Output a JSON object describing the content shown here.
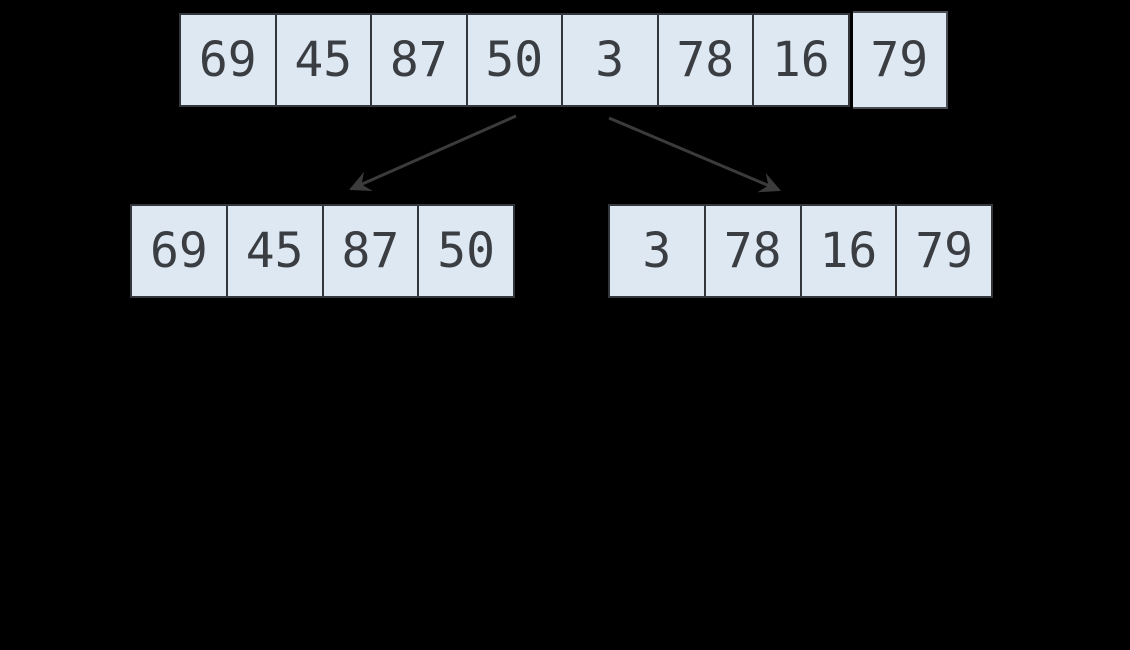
{
  "arrays": {
    "top": {
      "values": [
        "69",
        "45",
        "87",
        "50",
        "3",
        "78",
        "16",
        "79"
      ]
    },
    "bottom_left": {
      "values": [
        "69",
        "45",
        "87",
        "50"
      ]
    },
    "bottom_right": {
      "values": [
        "3",
        "78",
        "16",
        "79"
      ]
    }
  },
  "arrows": {
    "left_name": "split-arrow-left",
    "right_name": "split-arrow-right"
  },
  "colors": {
    "background": "#000000",
    "cell_fill": "#dee8f2",
    "cell_border": "#33363b",
    "offset_cell_border": "#4a4d52",
    "text": "#3a3d42",
    "arrow": "#3b3b3b"
  }
}
